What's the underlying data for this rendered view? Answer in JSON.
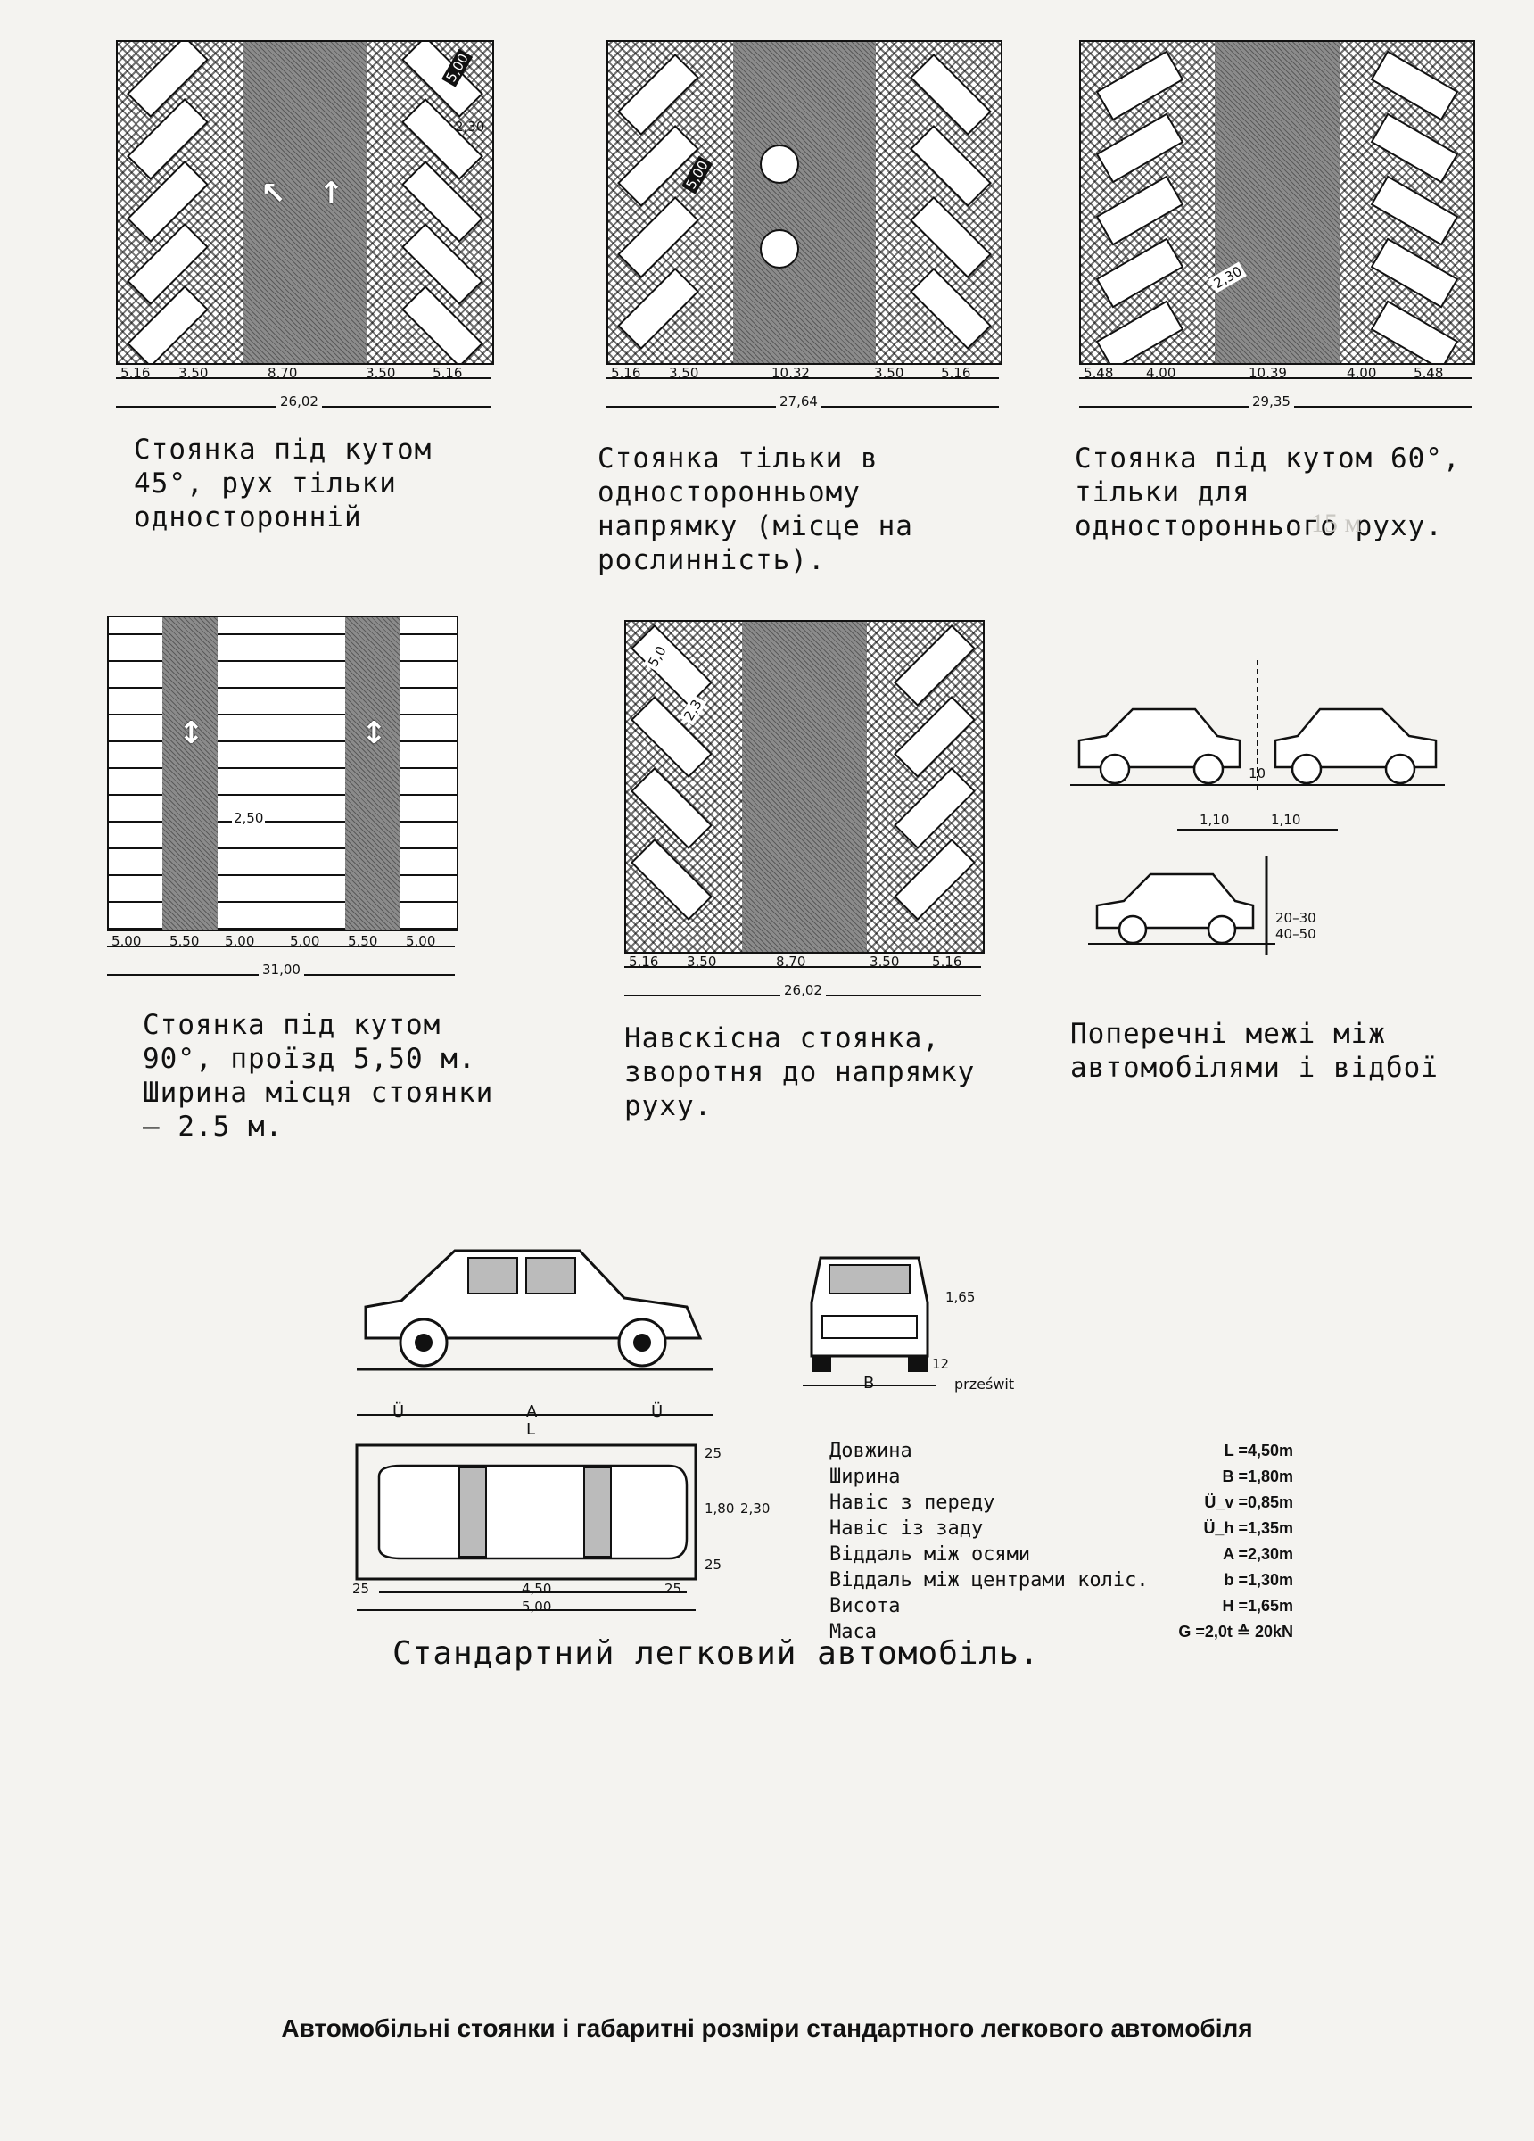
{
  "panels": {
    "p45": {
      "caption": "Стоянка під кутом 45°, рух тільки односторонній",
      "dims": [
        "5,16",
        "3,50",
        "8,70",
        "3,50",
        "5,16"
      ],
      "total": "26,02",
      "stall_w": "2,30",
      "stall_l": "5,00"
    },
    "pone": {
      "caption": "Стоянка тільки в односторонньому напрямку (місце на рослинність).",
      "dims": [
        "5,16",
        "3,50",
        "10,32",
        "3,50",
        "5,16"
      ],
      "total": "27,64",
      "stall_l": "5,00"
    },
    "p60": {
      "caption": "Стоянка під кутом 60°, тільки для одностороннього руху.",
      "dims": [
        "5,48",
        "4,00",
        "10,39",
        "4,00",
        "5,48"
      ],
      "total": "29,35",
      "stall_w": "2,30"
    },
    "p90": {
      "caption": "Стоянка під кутом 90°, проїзд 5,50 м. Ширина місця стоянки – 2.5 м.",
      "dims": [
        "5,00",
        "5,50",
        "5,00",
        "5,00",
        "5,50",
        "5,00"
      ],
      "total": "31,00",
      "stall_w": "2,50"
    },
    "pobl": {
      "caption": "Навскісна стоянка, зворотня до напрямку руху.",
      "dims": [
        "5,16",
        "3,50",
        "8,70",
        "3,50",
        "5,16"
      ],
      "total": "26,02",
      "stall_w": "2,3",
      "stall_l": "5,0"
    },
    "pgaps": {
      "caption": "Поперечні межі між автомобілями і відбої",
      "side_dims": [
        "1,10",
        "1,10"
      ],
      "side_gap": "10",
      "curb_dims": [
        "20–30",
        "40–50"
      ]
    }
  },
  "car": {
    "title": "Стандартний легковий автомобіль.",
    "side": {
      "front_overhang": "Ü",
      "wheelbase": "A",
      "rear_overhang": "Ü",
      "length": "L",
      "clearance": "12",
      "height": "1,65"
    },
    "front": {
      "width": "B",
      "clearance_label": "prześwit"
    },
    "plan": {
      "margin": "25",
      "width": "1,80",
      "outer_width": "2,30",
      "length": "4,50",
      "outer_length": "5,00"
    },
    "specs": [
      {
        "label": "Довжина",
        "value": "L =4,50m"
      },
      {
        "label": "Ширина",
        "value": "B =1,80m"
      },
      {
        "label": "Навіс з переду",
        "value": "Ü_v =0,85m"
      },
      {
        "label": "Навіс із заду",
        "value": "Ü_h =1,35m"
      },
      {
        "label": "Віддаль між осями",
        "value": "A =2,30m"
      },
      {
        "label": "Віддаль між центрами коліс.",
        "value": "b =1,30m"
      },
      {
        "label": "Висота",
        "value": "H =1,65m"
      },
      {
        "label": "Маса",
        "value": "G =2,0t ≙ 20kN"
      }
    ]
  },
  "figure_caption": "Автомобільні стоянки і габаритні розміри стандартного легкового автомобіля"
}
